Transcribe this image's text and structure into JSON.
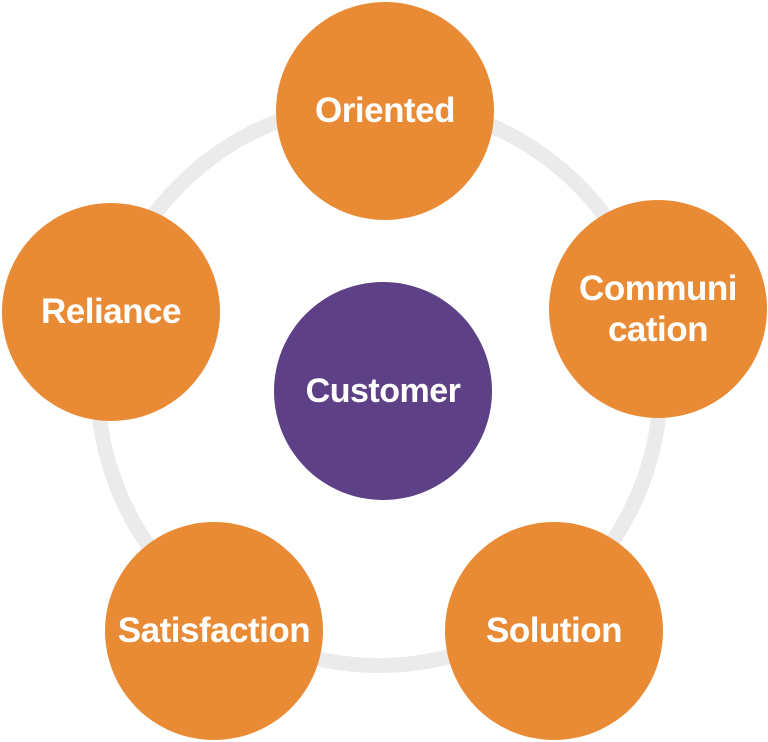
{
  "center": {
    "label": "Customer",
    "color": "#5d4086"
  },
  "ring_color": "#ebebeb",
  "node_color": "#e98b35",
  "nodes": [
    {
      "id": "oriented",
      "label": "Oriented"
    },
    {
      "id": "communication",
      "label": "Communi cation"
    },
    {
      "id": "solution",
      "label": "Solution"
    },
    {
      "id": "satisfaction",
      "label": "Satisfaction"
    },
    {
      "id": "reliance",
      "label": "Reliance"
    }
  ]
}
